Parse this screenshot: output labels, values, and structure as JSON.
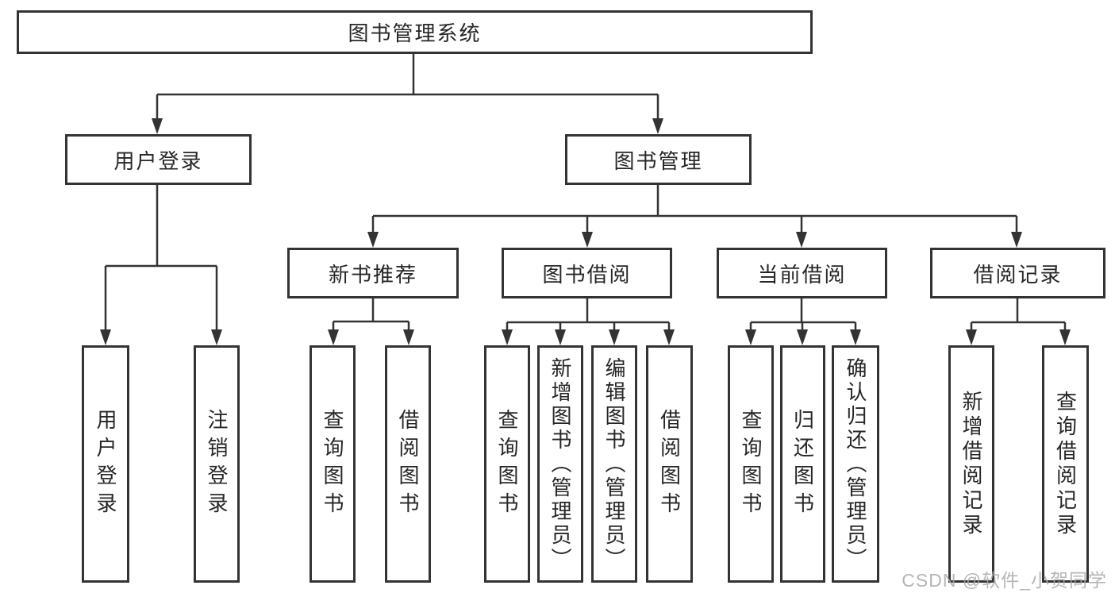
{
  "diagram": {
    "root_label": "图书管理系统",
    "level2": [
      "用户登录",
      "图书管理"
    ],
    "level3": [
      "新书推荐",
      "图书借阅",
      "当前借阅",
      "借阅记录"
    ],
    "leaves": {
      "user_login": [
        "用户登录",
        "注销登录"
      ],
      "new_book": [
        "查询图书",
        "借阅图书"
      ],
      "book_borrow": [
        "查询图书",
        "新增图书（管理员）",
        "编辑图书（管理员）",
        "借阅图书"
      ],
      "current_borrow": [
        "查询图书",
        "归还图书",
        "确认归还（管理员）"
      ],
      "borrow_record": [
        "新增借阅记录",
        "查询借阅记录"
      ]
    }
  },
  "watermark": {
    "text": "CSDN @软件_小贺同学"
  },
  "colors": {
    "line": "#333333",
    "border": "#333333",
    "text": "#262626",
    "watermark": "#a8a8a8",
    "background": "#ffffff"
  }
}
